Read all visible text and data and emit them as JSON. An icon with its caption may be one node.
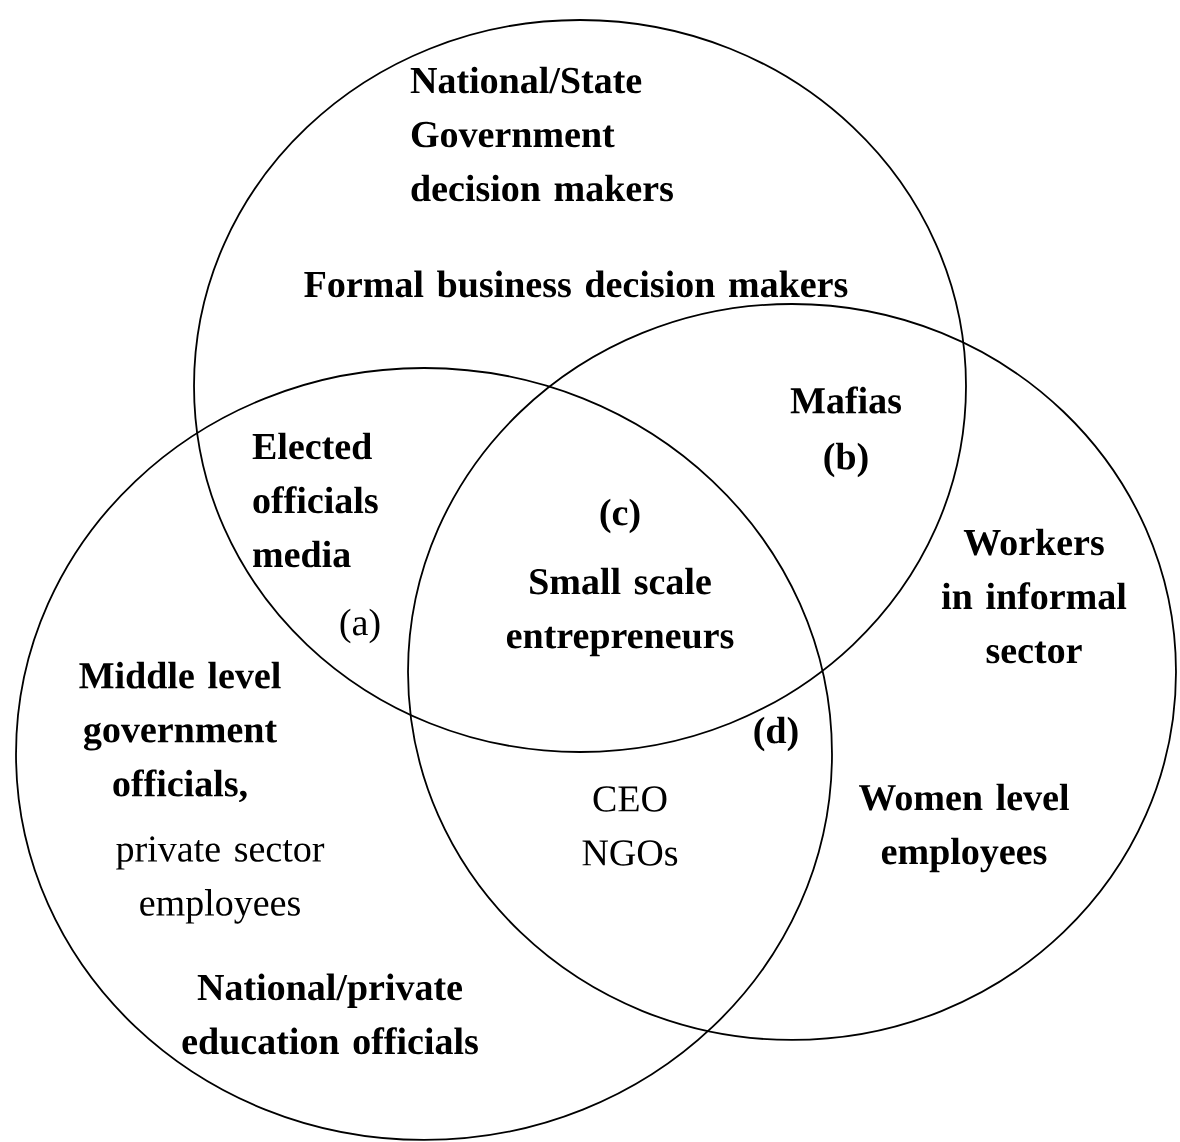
{
  "diagram": {
    "nodes": [
      {
        "text": [],
        "shape": "circle"
      },
      {
        "text": [],
        "shape": "circle"
      },
      {
        "text": [],
        "shape": "circle"
      }
    ],
    "labels": [
      "National/State Government decision makers",
      "Formal business decision makers",
      "Mafias",
      "(b)",
      "Elected officials media",
      "(a)",
      "(c)",
      "Small scale entrepreneurs",
      "Workers in informal sector",
      "Middle level government officials,",
      "private sector employees",
      "(d)",
      "CEO NGOs",
      "Women level employees",
      "National/private education officials"
    ]
  }
}
